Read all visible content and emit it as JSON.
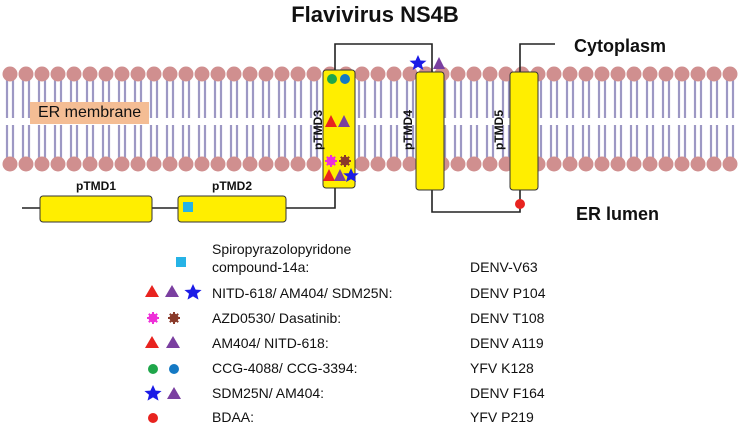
{
  "title": "Flavivirus NS4B",
  "labels": {
    "cytoplasm": "Cytoplasm",
    "er_membrane": "ER membrane",
    "er_lumen": "ER lumen"
  },
  "domains": {
    "ptmd1": "pTMD1",
    "ptmd2": "pTMD2",
    "ptmd3": "pTMD3",
    "ptmd4": "pTMD4",
    "ptmd5": "pTMD5"
  },
  "colors": {
    "domain_fill": "#ffee00",
    "lipid_head": "#d08f8f",
    "lipid_tail": "#9d98c4",
    "cyan": "#26b3e6",
    "red": "#e8231f",
    "purple": "#7a3fa0",
    "blue": "#1b1be6",
    "magenta": "#ee2fd8",
    "brown": "#8a3a2a",
    "green": "#1fa64a",
    "teal": "#1479c4"
  },
  "legend": [
    {
      "line1": "Spiropyrazolopyridone",
      "line2": "compound-14a:",
      "residue": "DENV-V63",
      "icons": [
        "cyan-square"
      ]
    },
    {
      "line1": "NITD-618/ AM404/ SDM25N:",
      "residue": "DENV P104",
      "icons": [
        "red-triangle",
        "purple-triangle",
        "blue-star"
      ]
    },
    {
      "line1": "AZD0530/ Dasatinib:",
      "residue": "DENV T108",
      "icons": [
        "magenta-burst",
        "brown-burst"
      ]
    },
    {
      "line1": "AM404/ NITD-618:",
      "residue": "DENV A119",
      "icons": [
        "red-triangle",
        "purple-triangle"
      ]
    },
    {
      "line1": "CCG-4088/ CCG-3394:",
      "residue": "YFV K128",
      "icons": [
        "green-circle",
        "teal-circle"
      ]
    },
    {
      "line1": "SDM25N/ AM404:",
      "residue": "DENV F164",
      "icons": [
        "blue-star",
        "purple-triangle"
      ]
    },
    {
      "line1": "BDAA:",
      "residue": "YFV P219",
      "icons": [
        "red-circle"
      ]
    }
  ]
}
